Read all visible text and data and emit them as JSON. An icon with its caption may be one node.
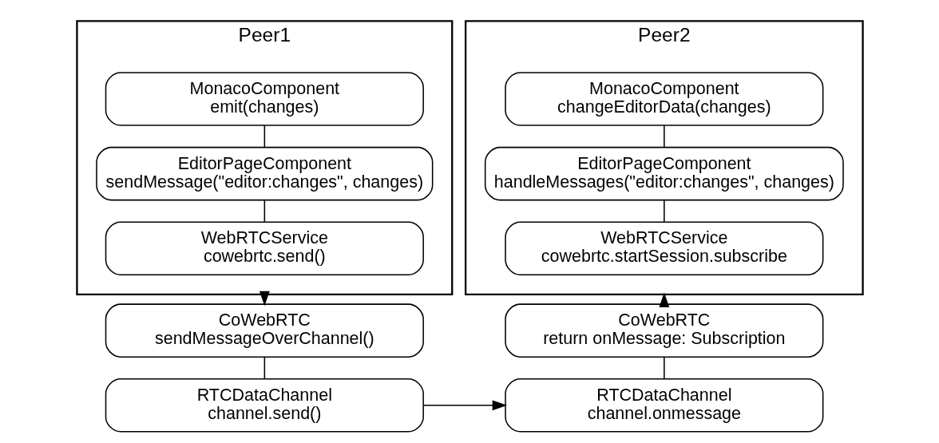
{
  "diagram": {
    "nodes": [
      {
        "text": [
          "Peer1"
        ]
      },
      {
        "text": [
          "MonacoComponent",
          "emit(changes)"
        ],
        "in": 0
      },
      {
        "text": [
          "EditorPageComponent",
          "sendMessage(\"editor:changes\", changes)"
        ],
        "in": 0
      },
      {
        "text": [
          "WebRTCService",
          "cowebrtc.send()"
        ],
        "in": 0
      },
      {
        "text": [
          "Peer2"
        ]
      },
      {
        "text": [
          "MonacoComponent",
          "changeEditorData(changes)"
        ],
        "in": 4
      },
      {
        "text": [
          "EditorPageComponent",
          "handleMessages(\"editor:changes\", changes)"
        ],
        "in": 4
      },
      {
        "text": [
          "WebRTCService",
          "cowebrtc.startSession.subscribe"
        ],
        "in": 4
      },
      {
        "text": [
          "CoWebRTC",
          "sendMessageOverChannel()"
        ]
      },
      {
        "text": [
          "RTCDataChannel",
          "channel.send()"
        ]
      },
      {
        "text": [
          "CoWebRTC",
          "return onMessage: Subscription"
        ]
      },
      {
        "text": [
          "RTCDataChannel",
          "channel.onmessage"
        ]
      }
    ],
    "edges": [
      {
        "from": 1,
        "to": 2,
        "arrow": "none"
      },
      {
        "from": 2,
        "to": 3,
        "arrow": "none"
      },
      {
        "from": 0,
        "to": 8,
        "arrow": "to"
      },
      {
        "from": 8,
        "to": 9,
        "arrow": "none"
      },
      {
        "from": 9,
        "to": 11,
        "arrow": "to"
      },
      {
        "from": 10,
        "to": 11,
        "arrow": "none"
      },
      {
        "from": 10,
        "to": 4,
        "arrow": "to"
      },
      {
        "from": 5,
        "to": 6,
        "arrow": "none"
      },
      {
        "from": 6,
        "to": 7,
        "arrow": "none"
      }
    ]
  }
}
